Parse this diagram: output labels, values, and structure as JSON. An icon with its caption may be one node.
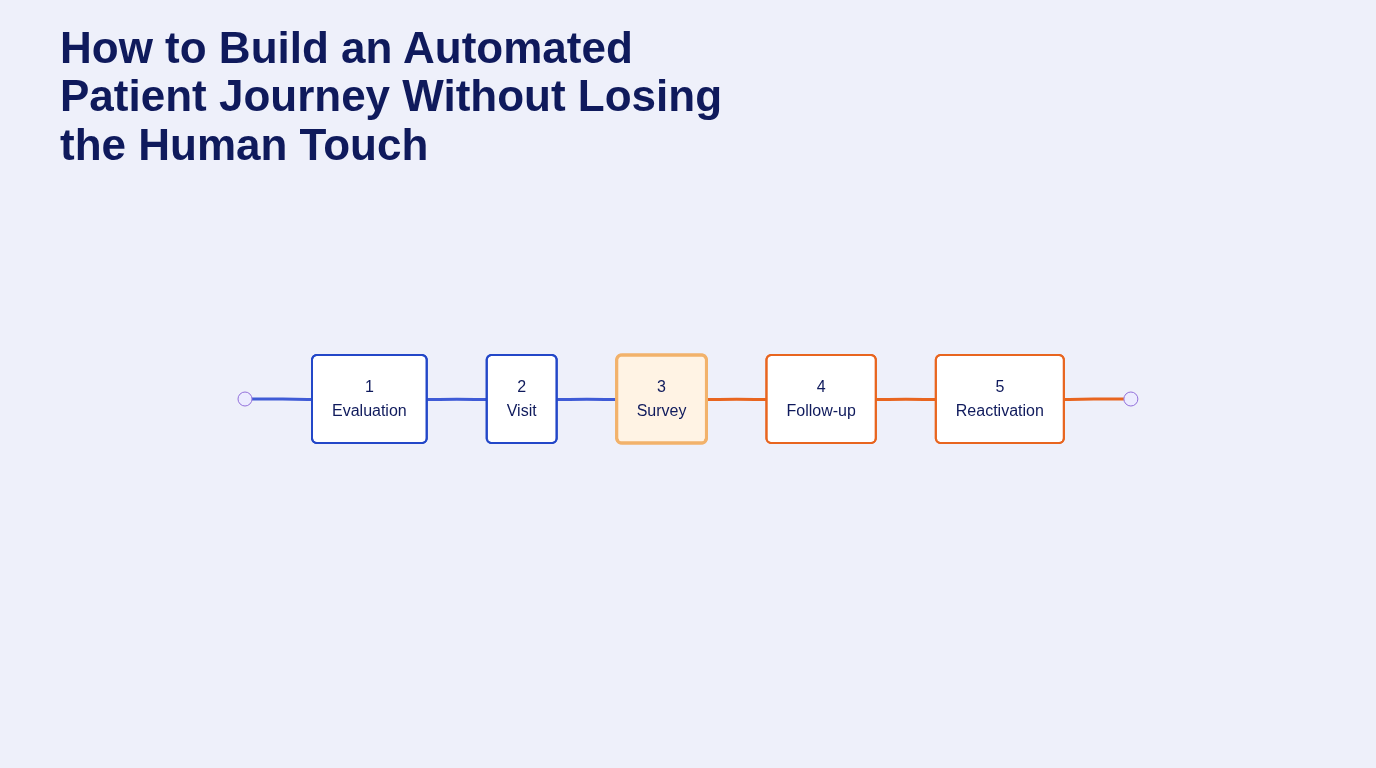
{
  "diagram": {
    "title": "How to Build an Automated Patient Journey Without Losing the Human Touch",
    "nodes": [
      {
        "text": [],
        "shape": "circle"
      },
      {
        "text": [
          "1",
          "Evaluation"
        ]
      },
      {
        "text": [
          "2",
          "Visit"
        ]
      },
      {
        "text": [
          "3",
          "Survey"
        ]
      },
      {
        "text": [
          "4",
          "Follow-up"
        ]
      },
      {
        "text": [
          "5",
          "Reactivation"
        ]
      },
      {
        "text": [],
        "shape": "circle"
      }
    ],
    "edges": [
      {
        "from": 0,
        "to": 1,
        "arrow": "none"
      },
      {
        "from": 1,
        "to": 2,
        "arrow": "none"
      },
      {
        "from": 2,
        "to": 3,
        "arrow": "none"
      },
      {
        "from": 3,
        "to": 4,
        "arrow": "none",
        "color": "#e8651f"
      },
      {
        "from": 4,
        "to": 5,
        "arrow": "none",
        "color": "#e8651f"
      },
      {
        "from": 5,
        "to": 6,
        "arrow": "none",
        "color": "#e8651f"
      }
    ]
  }
}
